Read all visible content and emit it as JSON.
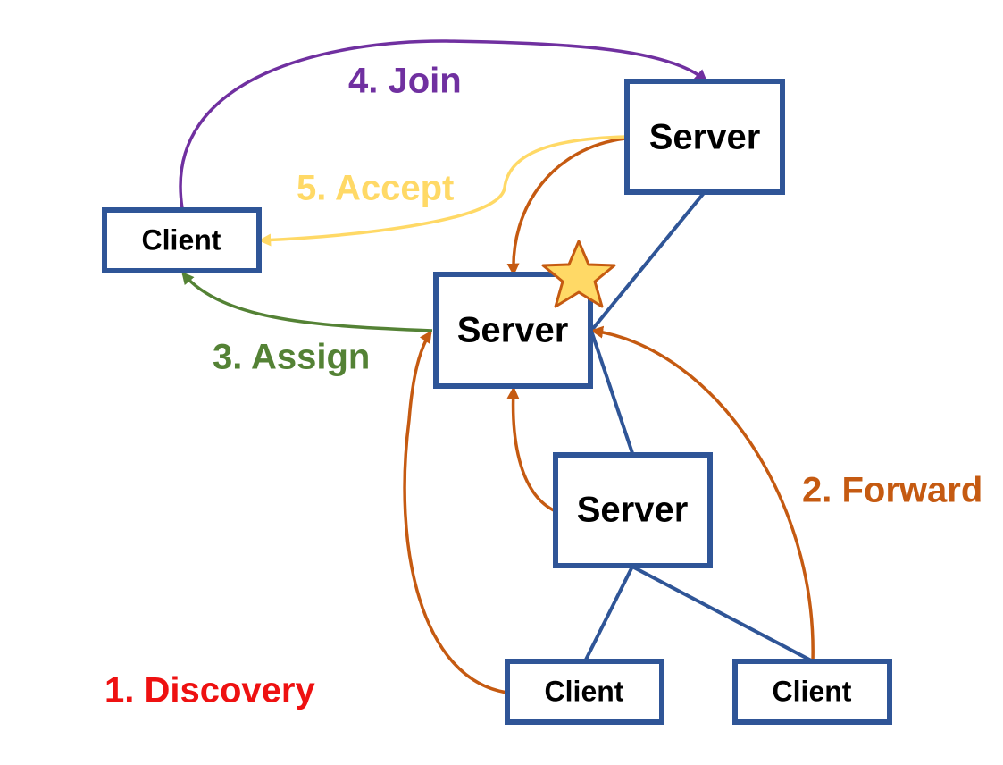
{
  "nodes": {
    "server_top": {
      "label": "Server"
    },
    "server_mid": {
      "label": "Server"
    },
    "server_low": {
      "label": "Server"
    },
    "client_left": {
      "label": "Client"
    },
    "client_bottom_left": {
      "label": "Client"
    },
    "client_bottom_right": {
      "label": "Client"
    }
  },
  "steps": {
    "discovery": {
      "label": "1. Discovery",
      "color": "#ee1111"
    },
    "forward": {
      "label": "2. Forward",
      "color": "#c55a11"
    },
    "assign": {
      "label": "3. Assign",
      "color": "#548235"
    },
    "join": {
      "label": "4. Join",
      "color": "#7030a0"
    },
    "accept": {
      "label": "5. Accept",
      "color": "#ffd966"
    }
  },
  "colors": {
    "node_border": "#2f5597",
    "star_fill": "#ffd966",
    "star_stroke": "#c55a11"
  },
  "icons": {
    "leader_marker": "star-icon"
  }
}
